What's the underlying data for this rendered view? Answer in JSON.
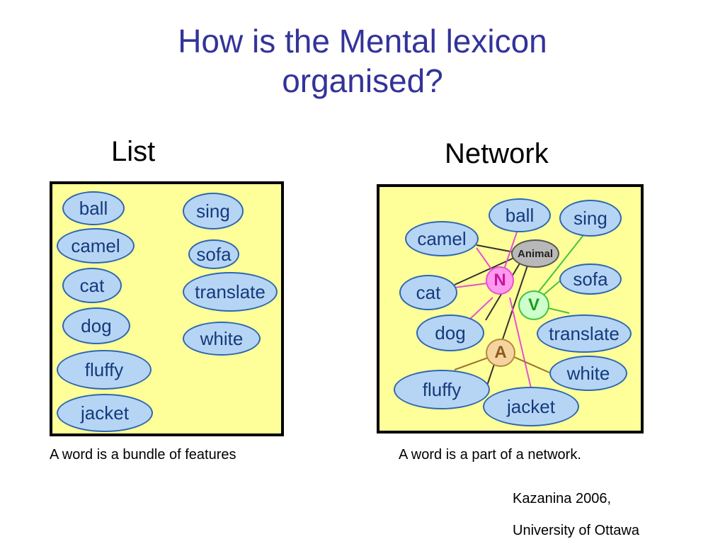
{
  "title": {
    "line1": "How is the Mental lexicon",
    "line2": "organised?"
  },
  "list": {
    "heading": "List",
    "words": [
      "ball",
      "camel",
      "cat",
      "dog",
      "fluffy",
      "jacket",
      "sing",
      "sofa",
      "translate",
      "white"
    ],
    "caption": "A word is a bundle of features"
  },
  "network": {
    "heading": "Network",
    "words": [
      "ball",
      "sing",
      "camel",
      "sofa",
      "cat",
      "dog",
      "translate",
      "white",
      "fluffy",
      "jacket"
    ],
    "nodes": {
      "animal": "Animal",
      "noun": "N",
      "verb": "V",
      "adjective": "A"
    },
    "caption": "A word is a part of a network."
  },
  "citation": {
    "line1": "Kazanina 2006,",
    "line2": "University of Ottawa"
  },
  "colors": {
    "title": "#33339a",
    "panel_bg": "#ffff99",
    "bubble_fill": "#b6d5f5",
    "bubble_border": "#2e67b1",
    "noun_link": "#e64fd6",
    "verb_link": "#44c244",
    "adj_link": "#9a7034",
    "animal_link": "#333333"
  }
}
